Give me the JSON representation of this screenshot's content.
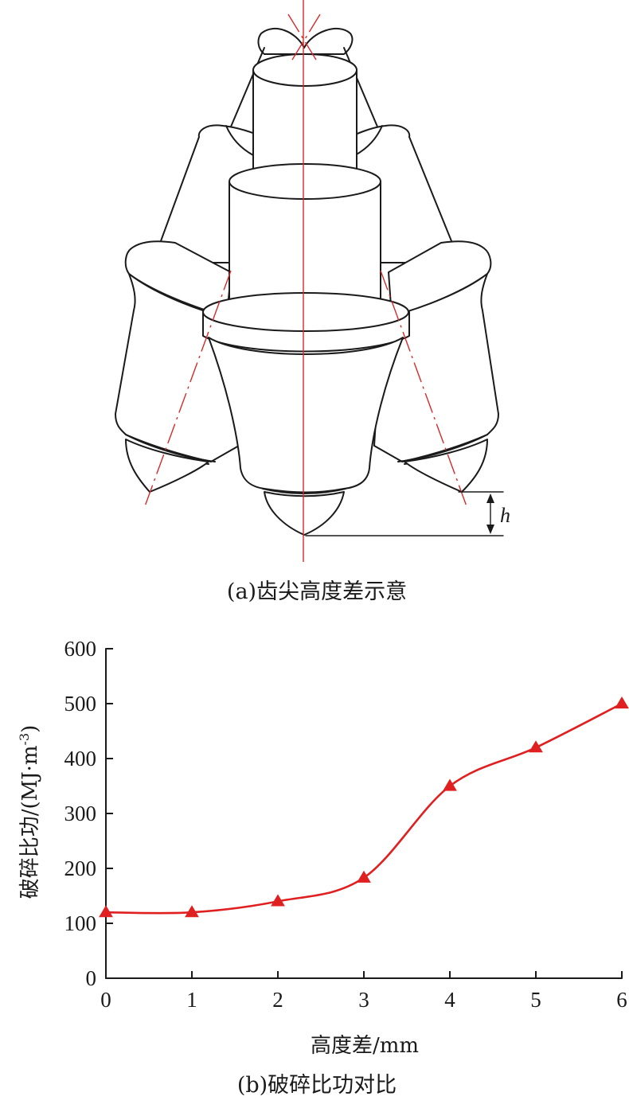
{
  "diagram": {
    "h_label": "h",
    "caption": "(a)齿尖高度差示意",
    "line_color": "#1a1a1a",
    "centerline_color": "#d62a2a"
  },
  "chart_data": {
    "type": "line",
    "caption": "(b)破碎比功对比",
    "xlabel": "高度差/mm",
    "ylabel": "破碎比功/(MJ·m",
    "ylabel_sup": "-3",
    "ylabel_close": ")",
    "xlim": [
      0,
      6
    ],
    "ylim": [
      0,
      600
    ],
    "x_ticks": [
      "0",
      "1",
      "2",
      "3",
      "4",
      "5",
      "6"
    ],
    "y_ticks": [
      "0",
      "100",
      "200",
      "300",
      "400",
      "500",
      "600"
    ],
    "x": [
      0,
      1,
      2,
      3,
      4,
      5,
      6
    ],
    "series": [
      {
        "values": [
          120,
          120,
          140,
          183,
          350,
          420,
          500
        ],
        "color": "#e02020",
        "marker": "triangle"
      }
    ],
    "grid": false,
    "legend": "none"
  }
}
